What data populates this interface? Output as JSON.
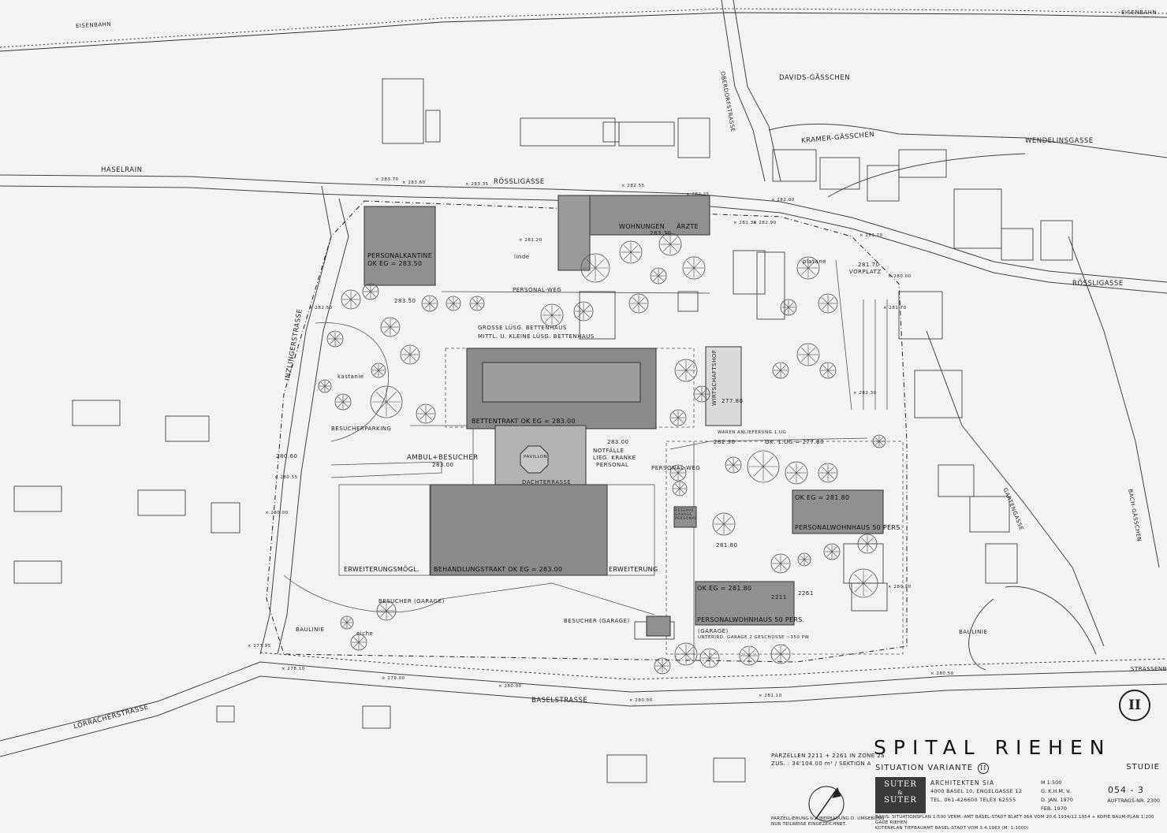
{
  "plan": {
    "streets": {
      "eisenbahn_west": "EISENBAHN",
      "eisenbahn_east": "EISENBAHN",
      "oberdorfstrasse": "OBERDORFSTRASSE",
      "davids_gaesschen": "DAVIDS-GÄSSCHEN",
      "kramer_gaesschen": "KRAMER-GÄSSCHEN",
      "wendelinsgasse": "WENDELINSGASSE",
      "haselrain": "HASELRAIN",
      "roessligasse_north": "RÖSSLIGASSE",
      "roessligasse_east": "RÖSSLIGASSE",
      "inzlingerstrasse": "INZLINGERSTRASSE",
      "gartengasse": "GARTENGASSE",
      "bach_gaesschen": "BACH-GÄSSCHEN",
      "loerracherstrasse": "LÖRRACHERSTRASSE",
      "baselstrasse": "BASELSTRASSE",
      "strassenbahn": "STRASSENBAHN",
      "baulinie_west": "BAULINIE",
      "baulinie_east": "BAULINIE"
    },
    "buildings": {
      "personalkantine": "PERSONALKANTINE",
      "personalkantine_level": "OK EG = 283.50",
      "personalkantine_small": "283.50",
      "wohnungen": "WOHNUNGEN",
      "aerzte": "ÄRZTE",
      "wohnungen_level": "283.30",
      "bettentrakt": "BETTENTRAKT  OK EG = 283.00",
      "behandlungstrakt": "BEHANDLUNGSTRAKT  OK EG = 283.00",
      "erweiterungsmoegl": "ERWEITERUNGSMÖGL.",
      "erweiterung": "ERWEITERUNG",
      "pavillon": "PAVILLON",
      "dachterrasse": "DACHTERRASSE",
      "personalwohnhaus_1_level": "OK EG = 281.80",
      "personalwohnhaus_1": "PERSONALWOHNHAUS  50 PERS.",
      "personalwohnhaus_2_level": "OK EG = 281.80",
      "personalwohnhaus_2": "PERSONALWOHNHAUS  50 PERS.",
      "wirtschaftshof": "WIRTSCHAFTSHOF",
      "wirtschaftshof_level": "277.80",
      "garage": "(GARAGE)",
      "garage_note": "UNTERIRD. GARAGE 2 GESCHOSSE  ~350 PW",
      "reserve_garage": "RESERVE GARAGE PERSONAL"
    },
    "labels": {
      "ambul_besucher": "AMBUL+BESUCHER",
      "ambul_level": "283.00",
      "notfaelle": "NOTFÄLLE",
      "lieg_kranke": "LIEG. KRANKE",
      "personal": "PERSONAL",
      "vorplatz": "VORPLATZ",
      "personal_weg": "PERSONAL-WEG",
      "personal_weg_2": "PERSONAL-WEG",
      "besucherparking": "BESUCHERPARKING",
      "besucher_garage": "BESUCHER (GARAGE)",
      "besucher_garage_2": "BESUCHER (GARAGE)",
      "grosse_bettenhaus": "GROSSE LÜSG. BETTENHAUS",
      "mittl_bettenhaus": "MITTL. U. KLEINE LÜSG. BETTENHAUS",
      "ok_1ug": "OK. 1.UG = 277.80",
      "waren_anlieferung": "WAREN ANLIEFERUNG 1.UG",
      "level_283": "283.00",
      "level_2823": "282.30",
      "level_2818": "281.80",
      "level_2817": "281.70",
      "level_2806": "280.60",
      "parcel_2261": "2261",
      "parcel_2211": "2211",
      "kastanie": "kastanie",
      "platane": "platane",
      "linde": "linde",
      "eiche": "eiche"
    },
    "spot_levels": [
      "283.70",
      "283.60",
      "283.35",
      "282.55",
      "282.25",
      "282.00",
      "281.70",
      "281.20",
      "282.90",
      "281.30",
      "282.50",
      "281.70",
      "280.55",
      "280.00",
      "278.10",
      "279.00",
      "280.00",
      "280.00",
      "281.10",
      "280.50",
      "280.90",
      "277.95",
      "280.00",
      "282.30"
    ]
  },
  "title_block": {
    "title": "SPITAL RIEHEN",
    "subtitle": "SITUATION VARIANTE",
    "variant": "II",
    "studie": "STUDIE",
    "firm_line_1": "SUTER",
    "firm_amp": "&",
    "firm_line_2": "SUTER",
    "architects": "ARCHITEKTEN SIA",
    "address": "4000 BASEL 10, ENGELGASSE 12",
    "phone": "TEL. 061-426600  TELEX 62555",
    "scale": "M 1:500",
    "drawn": "G. K.H.M. V.",
    "date_1": "D. JAN. 1970",
    "date_2": "FEB. 1970",
    "plan_number": "054 - 3",
    "order_number": "AUFTRAGS-NR. 2300",
    "basis": "BASIS: SITUATIONSPLAN 1:500 VERM.-AMT BASEL-STADT BLATT 36A VOM 20.6.1934/12.1954 + KOPIE BAUM-PLAN 1:200 GADE RIEHEN",
    "basis_2": "KOTENPLAN TIEFBAUAMT BASEL-STADT VOM 3.4.1963 (M. 1:1000)"
  },
  "parcel_info": {
    "line_1": "PARZELLEN 2211 + 2261 IN ZONE 2a",
    "line_2": "ZUS. : 34'104.00 m² / SEKTION A",
    "note_1": "PARZELLIERUNG U. ÜBERBAUUNG D. UMGEBUNG",
    "note_2": "NUR TEILWEISE EINGEZEICHNET."
  },
  "variant_mark": "II",
  "colors": {
    "paper": "#f3f3f1",
    "line": "#3a3a3a",
    "building_dark": "#8c8c8c",
    "building_mid": "#a9a9a9",
    "tree": "#4a4a4a"
  }
}
